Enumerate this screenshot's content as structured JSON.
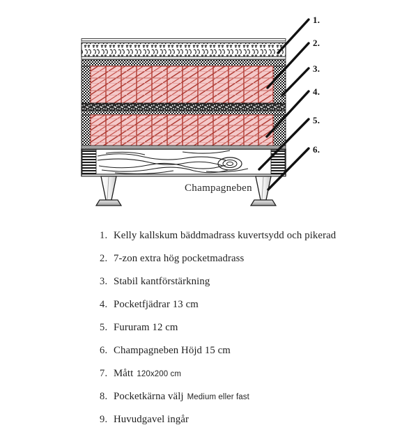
{
  "figure": {
    "title": "Bed cross-section diagram",
    "brand_label": "Champagneben",
    "callouts": [
      {
        "id": "c1",
        "label": "1."
      },
      {
        "id": "c2",
        "label": "2."
      },
      {
        "id": "c3",
        "label": "3."
      },
      {
        "id": "c4",
        "label": "4."
      },
      {
        "id": "c5",
        "label": "5."
      },
      {
        "id": "c6",
        "label": "6."
      }
    ],
    "layers": [
      {
        "name": "topper-mattress",
        "desc": "Kelly kallskum bäddmadrass kuvertsydd och pikerad"
      },
      {
        "name": "pocket-spring-upper",
        "desc": "7-zon extra hög pocketmadrass"
      },
      {
        "name": "edge-reinforcement",
        "desc": "Stabil kantförstärkning"
      },
      {
        "name": "pocket-spring-lower",
        "desc": "Pocketfjädrar 13 cm"
      },
      {
        "name": "pine-frame",
        "desc": "Fururam 12 cm"
      },
      {
        "name": "legs",
        "desc": "Champagneben Höjd 15 cm"
      }
    ]
  },
  "colors": {
    "spring_fill": "#f3c6c6",
    "spring_line": "#c0392b",
    "outline": "#1a1a1a",
    "wood": "#ffffff",
    "background": "#ffffff"
  },
  "spec_list": [
    {
      "num": "1.",
      "text": "Kelly kallskum bäddmadrass kuvertsydd och pikerad",
      "sub": ""
    },
    {
      "num": "2.",
      "text": "7-zon extra hög pocketmadrass",
      "sub": ""
    },
    {
      "num": "3.",
      "text": "Stabil kantförstärkning",
      "sub": ""
    },
    {
      "num": "4.",
      "text": "Pocketfjädrar 13 cm",
      "sub": ""
    },
    {
      "num": "5.",
      "text": "Fururam 12 cm",
      "sub": ""
    },
    {
      "num": "6.",
      "text": "Champagneben Höjd 15 cm",
      "sub": ""
    },
    {
      "num": "7.",
      "text": "Mått",
      "sub": "120x200 cm"
    },
    {
      "num": "8.",
      "text": "Pocketkärna välj",
      "sub": "Medium eller fast"
    },
    {
      "num": "9.",
      "text": "Huvudgavel ingår",
      "sub": ""
    }
  ]
}
